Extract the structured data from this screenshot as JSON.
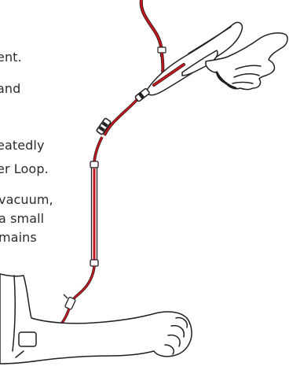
{
  "text_fragments": [
    "ent.",
    "and",
    "eatedly",
    "er Loop.",
    "vacuum,",
    "a small",
    "mains"
  ],
  "colors": {
    "tube": "#c4161c",
    "outline": "#231f20",
    "text": "#2b2b2b"
  },
  "icons": [
    "hand-with-pump-icon",
    "blood-tube-icon",
    "arm-icon"
  ]
}
